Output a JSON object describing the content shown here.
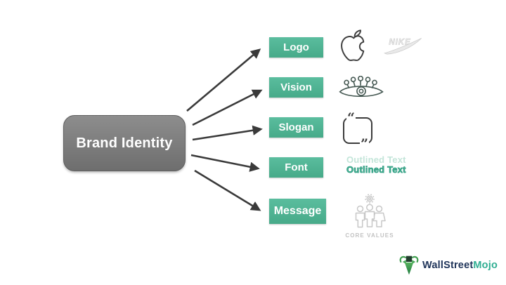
{
  "diagram": {
    "root": {
      "label": "Brand Identity"
    },
    "rows": [
      {
        "label": "Logo",
        "icons": [
          "apple-logo-icon",
          "nike-logo-icon"
        ]
      },
      {
        "label": "Vision",
        "icons": [
          "eye-icon"
        ]
      },
      {
        "label": "Slogan",
        "icons": [
          "quote-frame-icon"
        ]
      },
      {
        "label": "Font",
        "icons": [
          "outlined-text-samples"
        ]
      },
      {
        "label": "Message",
        "icons": [
          "people-gear-icon"
        ]
      }
    ],
    "nike_text": "NIKE",
    "font_samples": {
      "line1": "Outlined Text",
      "line2": "Outlined Text"
    },
    "message_caption": "CORE VALUES"
  },
  "watermark": {
    "wallstreet": "WallStreet",
    "mojo": "Mojo",
    "icon": "bull-icon"
  },
  "colors": {
    "accent_green": "#4fb293",
    "root_gray": "#7a7a7a",
    "arrow": "#3a3a3a",
    "light_icon_gray": "#c7c7c7",
    "navy": "#20355a",
    "mojo_teal": "#2fae92"
  }
}
